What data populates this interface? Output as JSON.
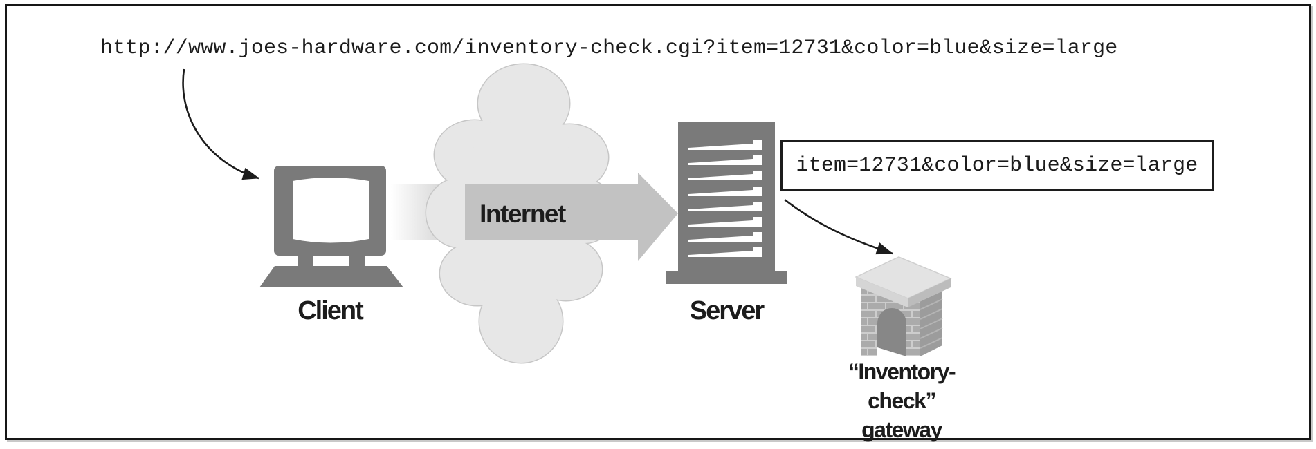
{
  "figure": {
    "description": "Client sends a URL with a query string through the Internet to a server, which hands the query to an inventory-check gateway",
    "url_text": "http://www.joes-hardware.com/inventory-check.cgi?item=12731&color=blue&size=large"
  },
  "query_box": {
    "text": "item=12731&color=blue&size=large"
  },
  "nodes": {
    "client": {
      "label": "Client",
      "icon": "desktop-computer-icon"
    },
    "internet": {
      "label": "Internet",
      "icon": "cloud-icon"
    },
    "server": {
      "label": "Server",
      "icon": "server-tower-icon"
    },
    "gateway": {
      "label_line1": "“Inventory-check”",
      "label_line2": "gateway",
      "icon": "brick-archway-icon"
    }
  },
  "connectors": {
    "url_to_client": "curved-arrow",
    "client_to_server": "thick-right-arrow-through-cloud",
    "server_to_gateway": "curved-arrow"
  },
  "colors": {
    "icon_gray": "#7a7a7a",
    "band_gray": "#c2c2c2",
    "cloud_fill": "#e7e7e7",
    "cloud_outline": "#c6c6c6",
    "brick_fill": "#ababab",
    "brick_mortar": "#cdcdcd",
    "slab_top": "#e3e3e3",
    "text": "#1c1c1c",
    "frame_border": "#161616",
    "background": "#ffffff"
  }
}
